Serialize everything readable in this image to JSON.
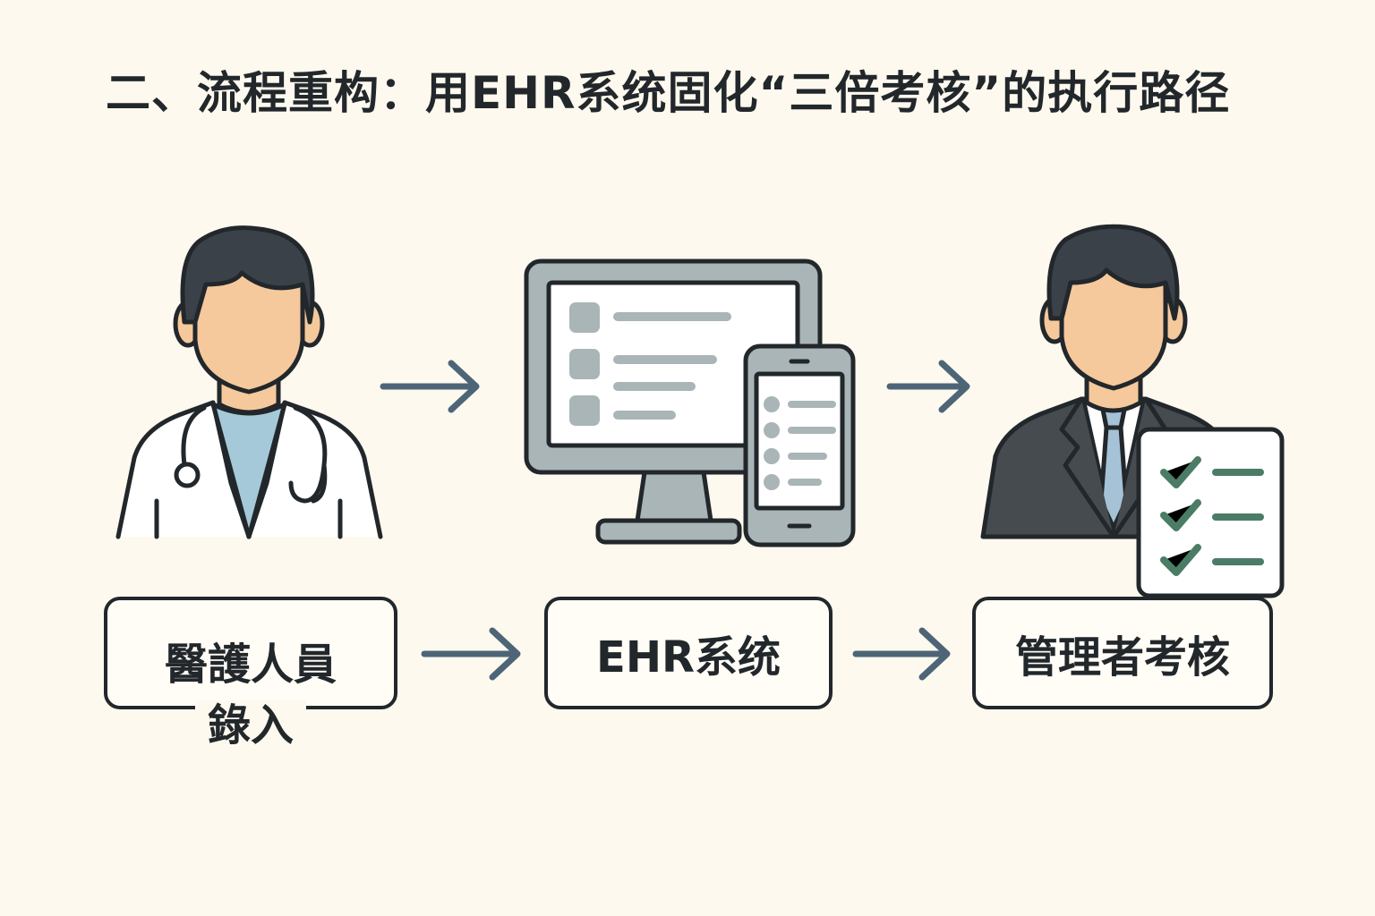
{
  "title": "二、流程重构：用EHR系统固化“三倍考核”的执行路径",
  "nodes": [
    {
      "id": "staff",
      "line1": "醫護人員",
      "line2": "錄入",
      "icon": "doctor-icon"
    },
    {
      "id": "ehr",
      "line1": "EHR系统",
      "icon": "computer-phone-icon"
    },
    {
      "id": "manager",
      "line1": "管理者考核",
      "icon": "manager-checklist-icon"
    }
  ],
  "colors": {
    "background": "#fdf9ee",
    "outline": "#22272b",
    "arrow": "#4d6577",
    "skin": "#f5c99c",
    "hair": "#3a4148",
    "screen_gray": "#a9b5b7",
    "scrub": "#a6c9d9",
    "suit": "#454b4e",
    "tie": "#a6c2d6",
    "check_green": "#4b7c66"
  }
}
